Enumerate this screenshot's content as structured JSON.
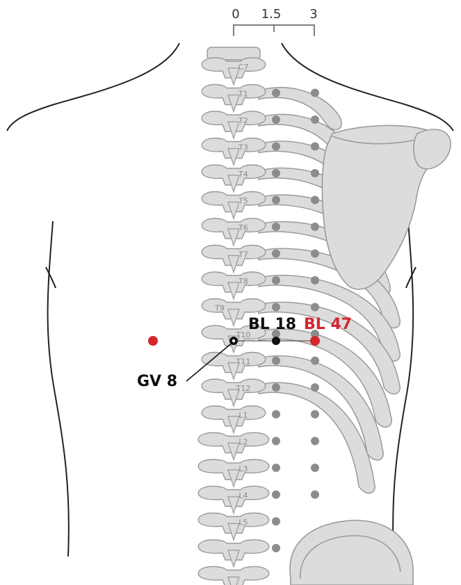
{
  "scale": {
    "ticks": [
      "0",
      "1.5",
      "3"
    ]
  },
  "vertebrae": [
    "C7",
    "T1",
    "T2",
    "T3",
    "T4",
    "T5",
    "T6",
    "T7",
    "T8",
    "T9",
    "T10",
    "T11",
    "T12",
    "L1",
    "L2",
    "L3",
    "L4",
    "L5"
  ],
  "points": {
    "gv8": {
      "label": "GV 8",
      "color": "#111111"
    },
    "bl18": {
      "label": "BL 18",
      "color": "#111111"
    },
    "bl47": {
      "label": "BL 47",
      "color": "#d3262e"
    }
  },
  "colors": {
    "bone_fill": "#dcdcdc",
    "bone_stroke": "#9a9a9a",
    "body_outline": "#222222",
    "reference_dot": "#8c8c8c",
    "highlight": "#d3262e"
  }
}
